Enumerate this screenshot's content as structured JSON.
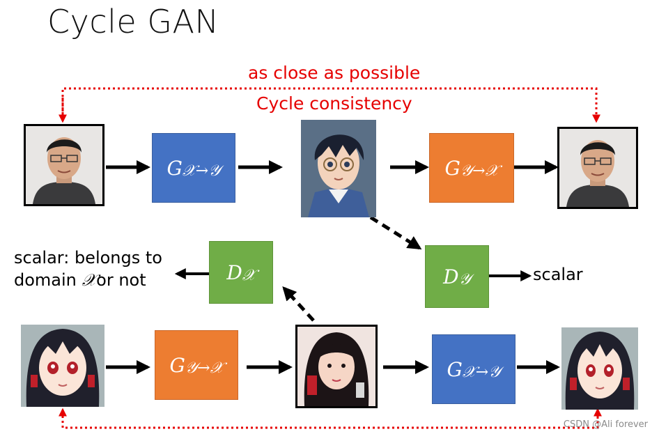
{
  "title": "Cycle GAN",
  "labels": {
    "close": "as close as possible",
    "cycle": "Cycle consistency",
    "scalar_left_line1": "scalar: belongs to",
    "scalar_left_line2_pre": "domain ",
    "scalar_left_symbol": "𝒳",
    "scalar_left_line2_post": "or not",
    "scalar_right": "scalar"
  },
  "boxes": {
    "g_x_to_y_top": {
      "name": "G",
      "sub": "𝒳→𝒴"
    },
    "g_y_to_x_top": {
      "name": "G",
      "sub": "𝒴→𝒳"
    },
    "d_x": {
      "name": "D",
      "sub": "𝒳"
    },
    "d_y": {
      "name": "D",
      "sub": "𝒴"
    },
    "g_y_to_x_bottom": {
      "name": "G",
      "sub": "𝒴→𝒳"
    },
    "g_x_to_y_bottom": {
      "name": "G",
      "sub": "𝒳→𝒴"
    }
  },
  "watermark": "CSDN @Ali forever",
  "colors": {
    "blue": "#4472c4",
    "orange": "#ed7d31",
    "green": "#70ad47",
    "red": "#e60000"
  }
}
